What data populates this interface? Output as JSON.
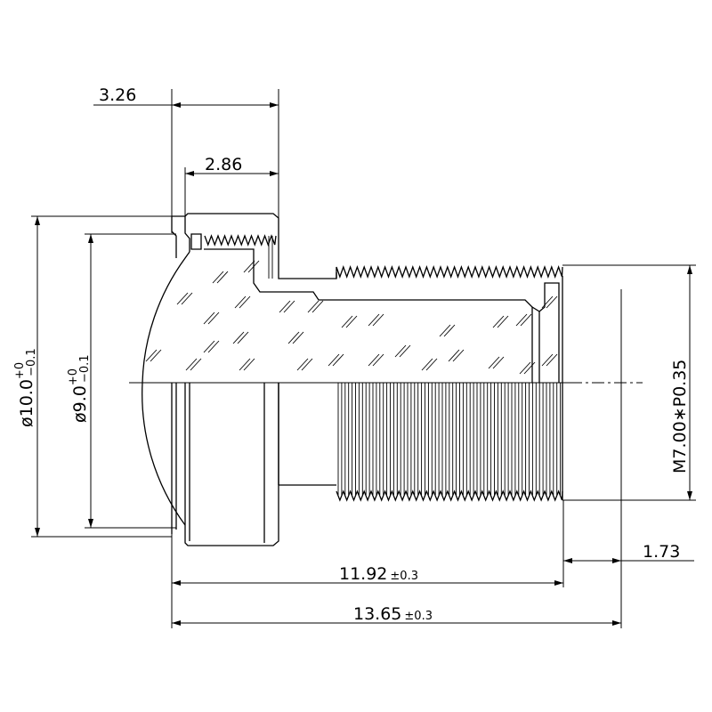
{
  "drawing": {
    "dimensions": {
      "flange_width": "3.26",
      "ring_width": "2.86",
      "outer_diameter": {
        "symbol": "ø",
        "value": "10.0",
        "tol_upper": "+0",
        "tol_lower": "−0.1"
      },
      "inner_diameter": {
        "symbol": "ø",
        "value": "9.0",
        "tol_upper": "+0",
        "tol_lower": "−0.1"
      },
      "thread_spec": "M7.00∗P0.35",
      "back_focal": "1.73",
      "body_length": {
        "value": "11.92",
        "tol": "±0.3"
      },
      "total_length": {
        "value": "13.65",
        "tol": "±0.3"
      }
    },
    "line_color": "#000000",
    "background": "#ffffff"
  }
}
